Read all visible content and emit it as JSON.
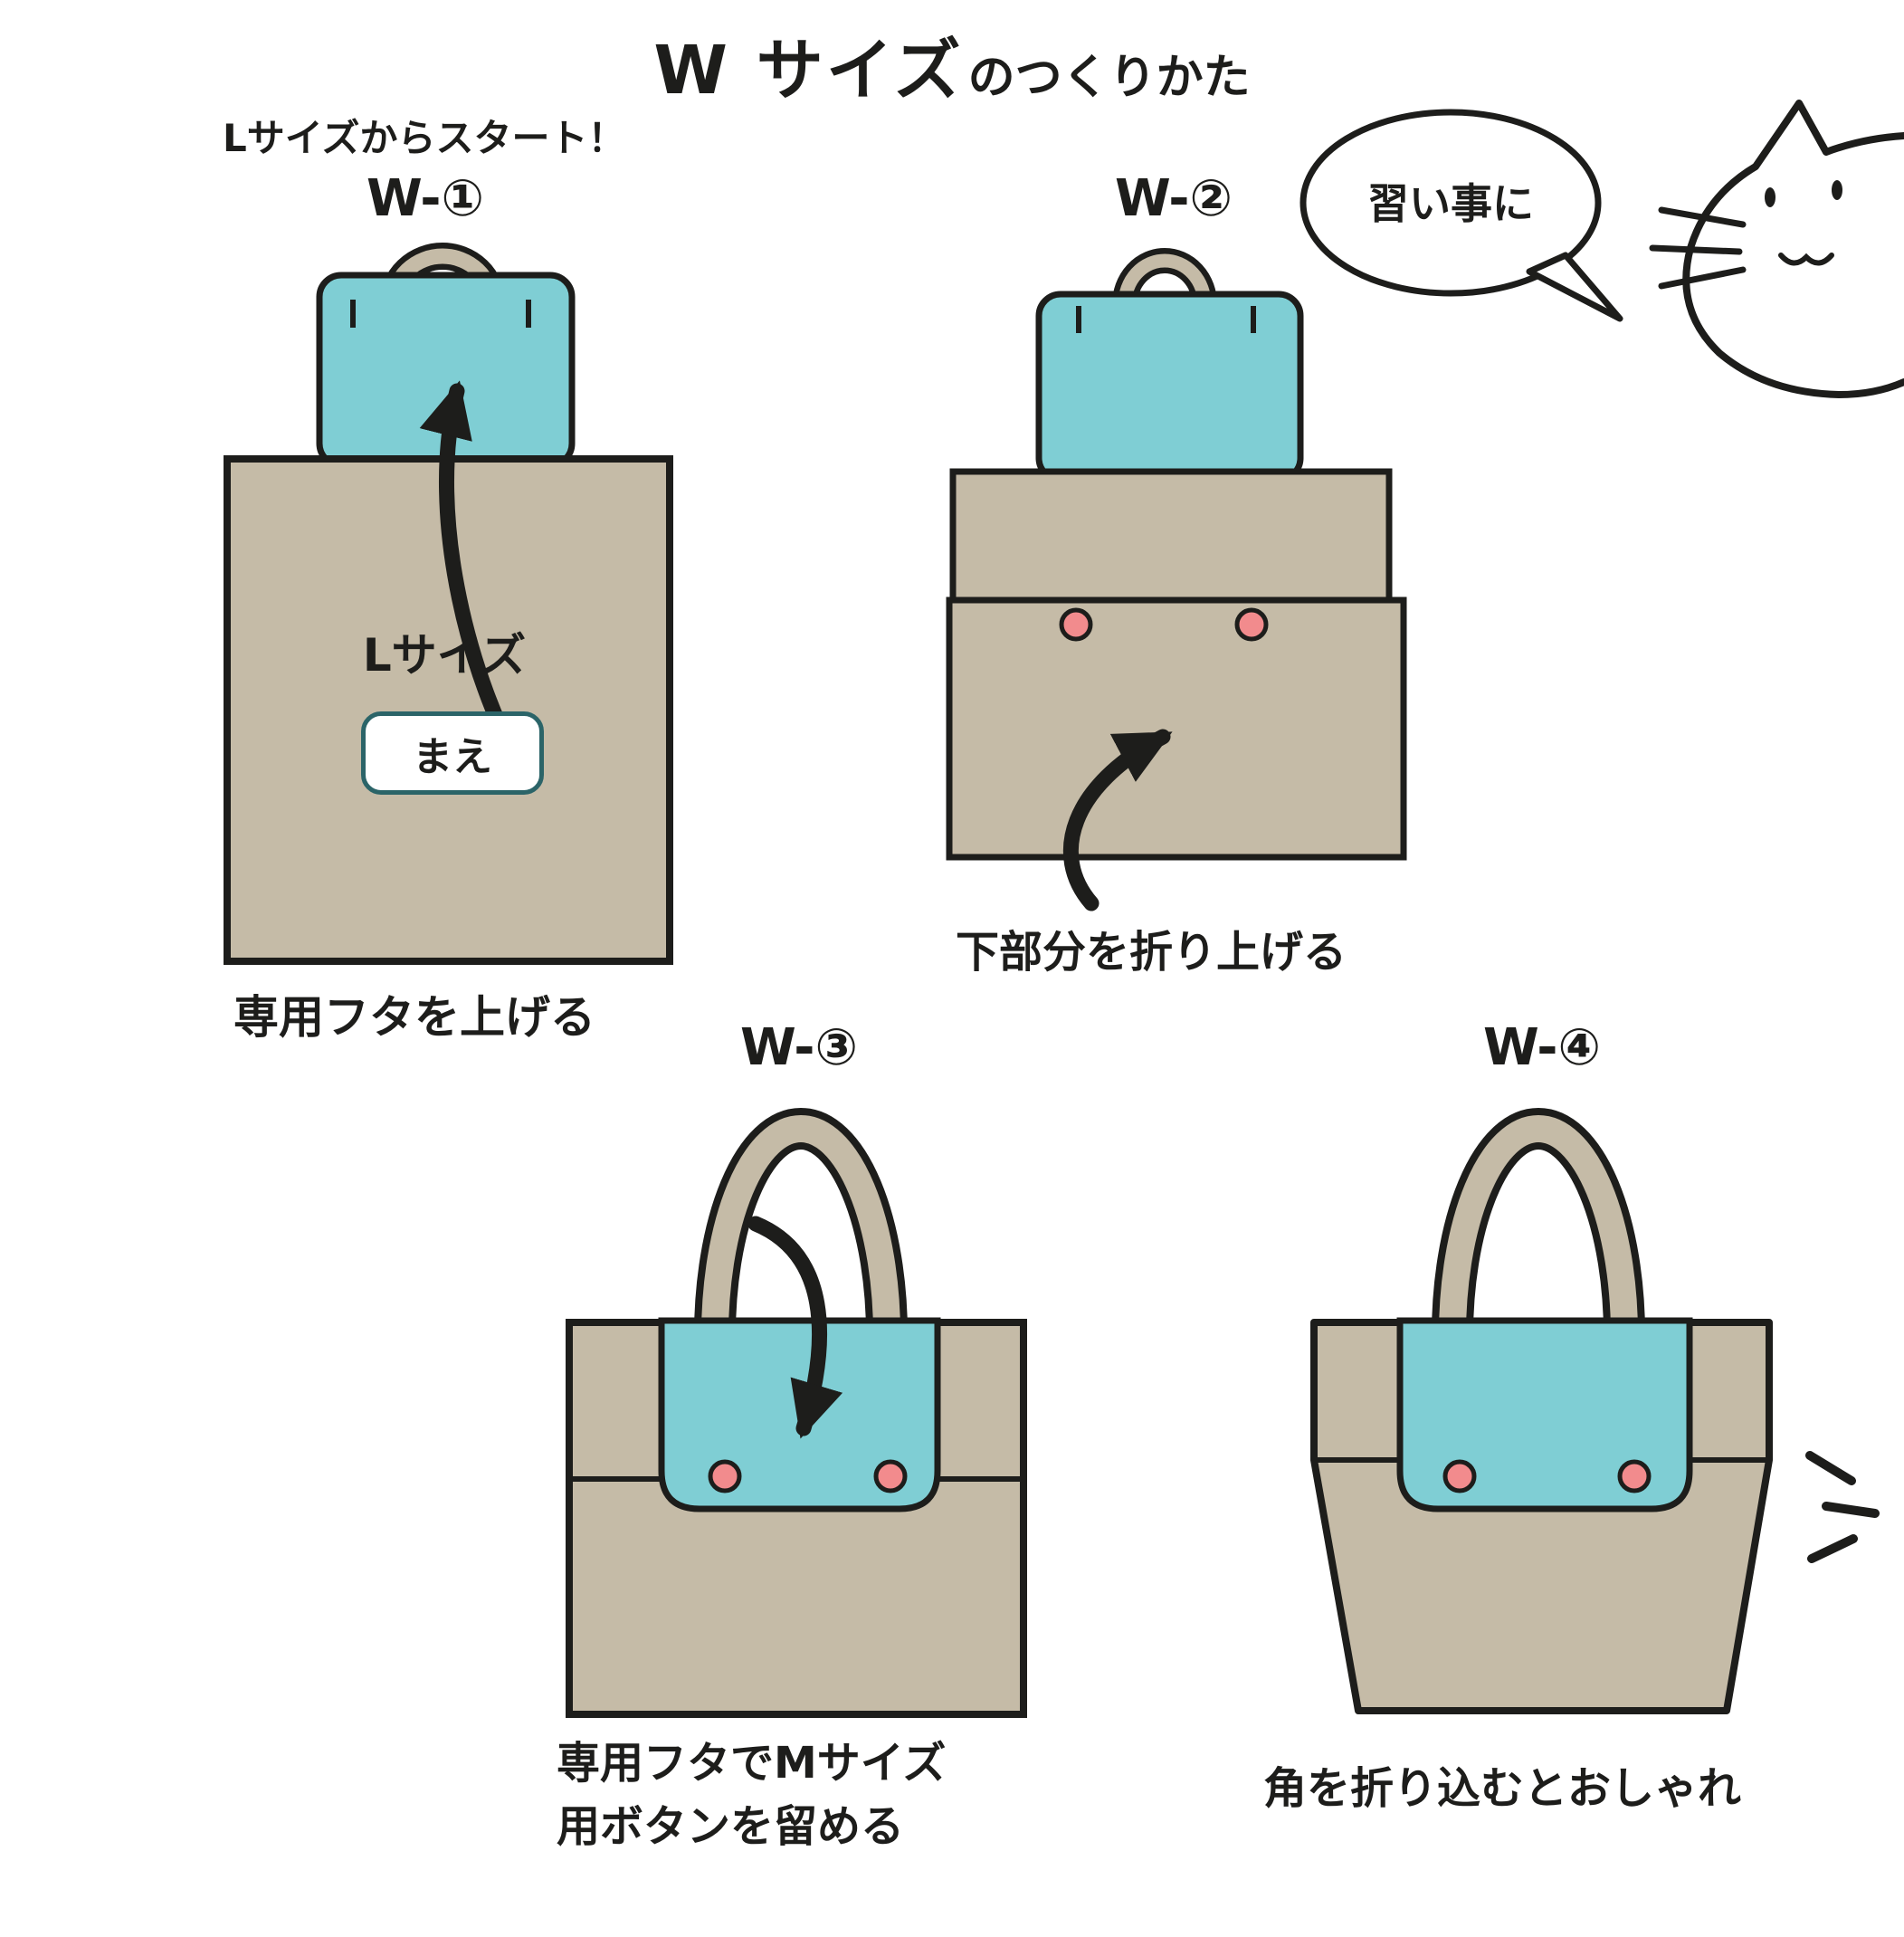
{
  "title": {
    "main": "W サイズ",
    "suffix": "のつくりかた"
  },
  "intro_note": "Lサイズからスタート！",
  "speech_bubble": {
    "text": "習い事に"
  },
  "colors": {
    "bag": "#c5bba7",
    "flap": "#7fced4",
    "button": "#f28b8d",
    "outline": "#1d1d1b",
    "badge_border": "#2b6468"
  },
  "steps": {
    "step1": {
      "label": "W-①",
      "bag_size_label": "Lサイズ",
      "front_tag": "まえ",
      "caption": "専用フタを上げる"
    },
    "step2": {
      "label": "W-②",
      "caption": "下部分を折り上げる"
    },
    "step3": {
      "label": "W-③",
      "caption_line1": "専用フタでMサイズ",
      "caption_line2": "用ボタンを留める"
    },
    "step4": {
      "label": "W-④",
      "caption": "角を折り込むとおしゃれ"
    }
  }
}
